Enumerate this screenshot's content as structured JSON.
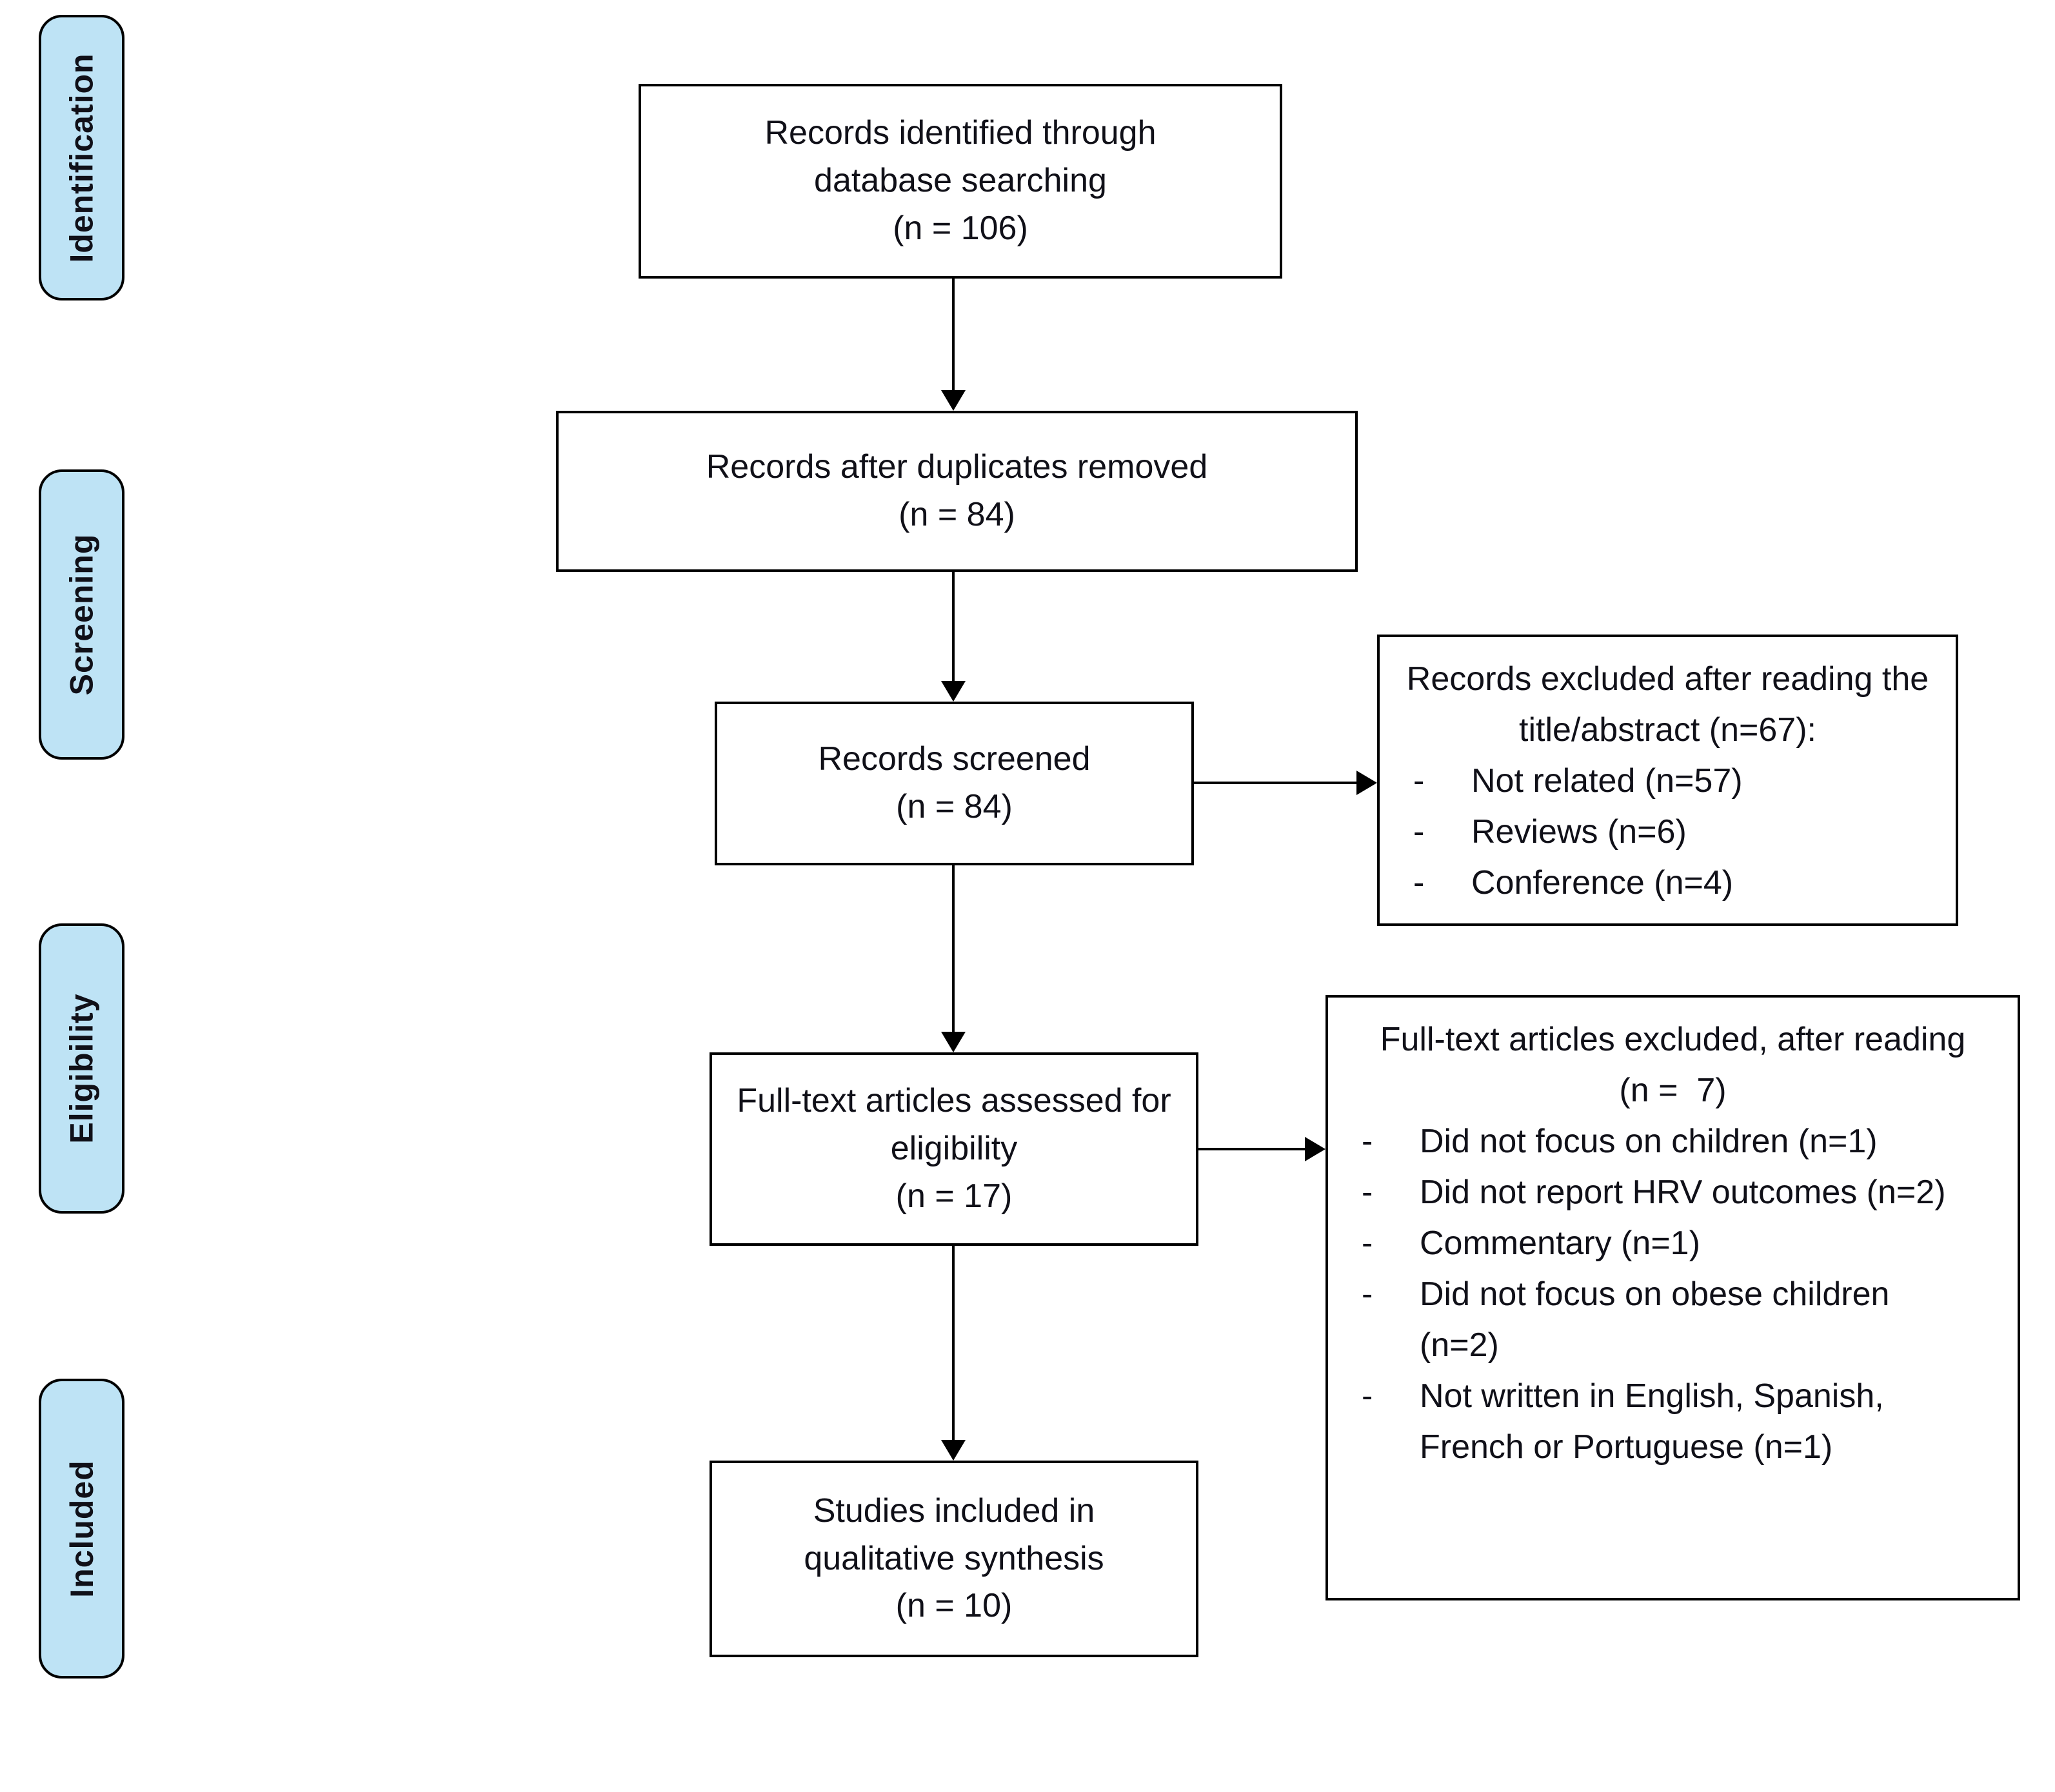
{
  "colors": {
    "background": "#FFFFFF",
    "stage_fill": "#BEE3F5",
    "stage_border": "#000000",
    "box_border": "#000000",
    "arrow": "#000000",
    "text": "#101018"
  },
  "glyphs": {
    "dash": "-"
  },
  "stages": [
    {
      "label": "Identification"
    },
    {
      "label": "Screening"
    },
    {
      "label": "Eligibility"
    },
    {
      "label": "Included"
    }
  ],
  "flow_boxes": [
    {
      "text": "Records identified through database searching",
      "n": "(n = 106)"
    },
    {
      "text": "Records after duplicates removed",
      "n": "(n = 84)"
    },
    {
      "text": "Records screened",
      "n": "(n = 84)"
    },
    {
      "text": "Full-text articles assessed for eligibility",
      "n": "(n = 17)"
    },
    {
      "text": "Studies included in qualitative synthesis",
      "n": "(n = 10)"
    }
  ],
  "exclusion_boxes": [
    {
      "title": "Records excluded after reading the title/abstract (n=67):",
      "items": [
        "Not related (n=57)",
        "Reviews (n=6)",
        "Conference (n=4)"
      ]
    },
    {
      "title": "Full-text articles excluded, after reading",
      "n": "(n =  7)",
      "items": [
        "Did not focus on children (n=1)",
        "Did not report HRV outcomes (n=2)",
        "Commentary (n=1)",
        "Did not focus on obese children (n=2)",
        "Not written in English, Spanish, French or Portuguese (n=1)"
      ]
    }
  ]
}
